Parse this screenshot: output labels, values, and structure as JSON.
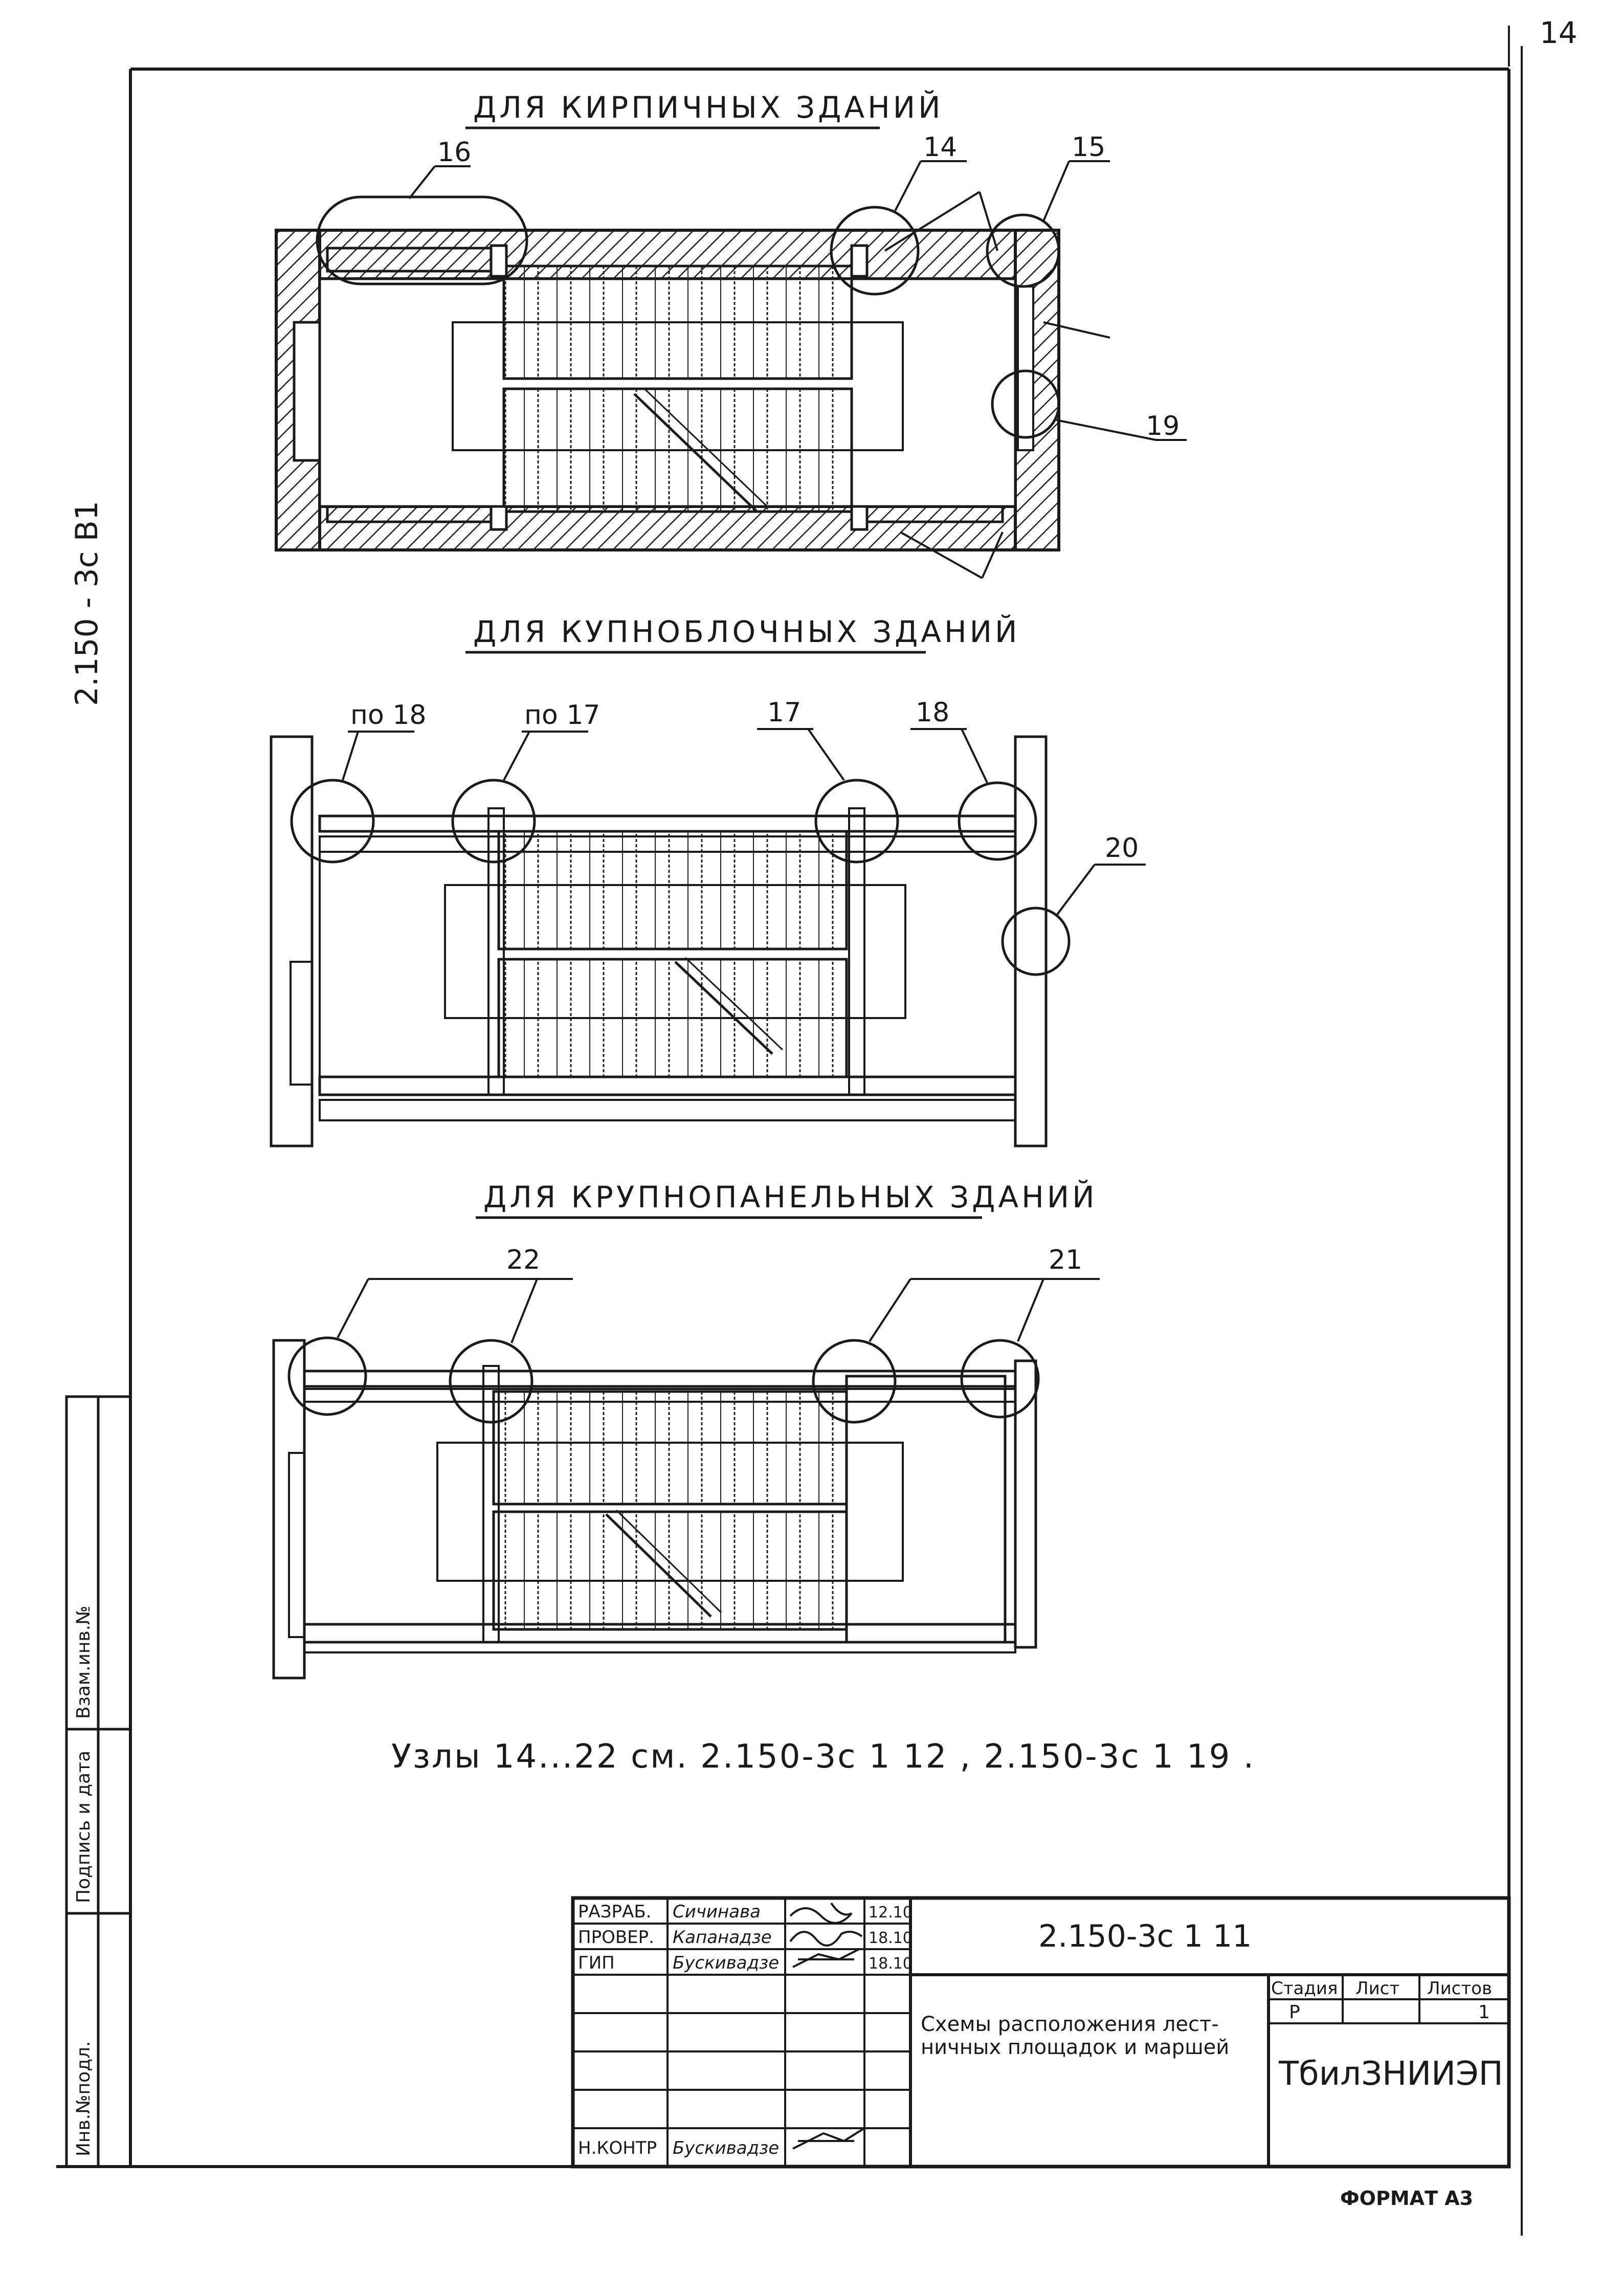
{
  "sheet_corner_number": "14",
  "side_code": "2.150 - 3с В1",
  "sections": [
    {
      "title": "ДЛЯ КИРПИЧНЫХ ЗДАНИЙ",
      "callouts": [
        "16",
        "14",
        "15",
        "19"
      ]
    },
    {
      "title": "ДЛЯ КУПНОБЛОЧНЫХ ЗДАНИЙ",
      "callouts": [
        "по 18",
        "по 17",
        "17",
        "18",
        "20"
      ]
    },
    {
      "title": "ДЛЯ КРУПНОПАНЕЛЬНЫХ ЗДАНИЙ",
      "callouts": [
        "22",
        "21"
      ]
    }
  ],
  "note": "Узлы 14...22 см. 2.150-3с 1 12 , 2.150-3с 1 19 .",
  "side_stamp": {
    "inv_podl": "Инв.№подл.",
    "podpis_data": "Подпись и дата",
    "vzam_inv": "Взам.инв.№"
  },
  "title_block": {
    "rows": [
      {
        "role": "РАЗРАБ.",
        "name": "Сичинава",
        "date": "12.10"
      },
      {
        "role": "ПРОВЕР.",
        "name": "Капанадзе",
        "date": "18.10"
      },
      {
        "role": "ГИП",
        "name": "Бускивадзе",
        "date": "18.10"
      },
      {
        "role": "Н.КОНТР",
        "name": "Бускивадзе",
        "date": ""
      }
    ],
    "doc_code": "2.150-3с 1 11",
    "description_line1": "Схемы расположения лест-",
    "description_line2": "ничных площадок и маршей",
    "stage_header": "Стадия",
    "sheet_header": "Лист",
    "sheets_header": "Листов",
    "stage_value": "Р",
    "sheet_value": "",
    "sheets_value": "1",
    "organization": "ТбилЗНИИЭП",
    "format": "ФОРМАТ А3"
  }
}
